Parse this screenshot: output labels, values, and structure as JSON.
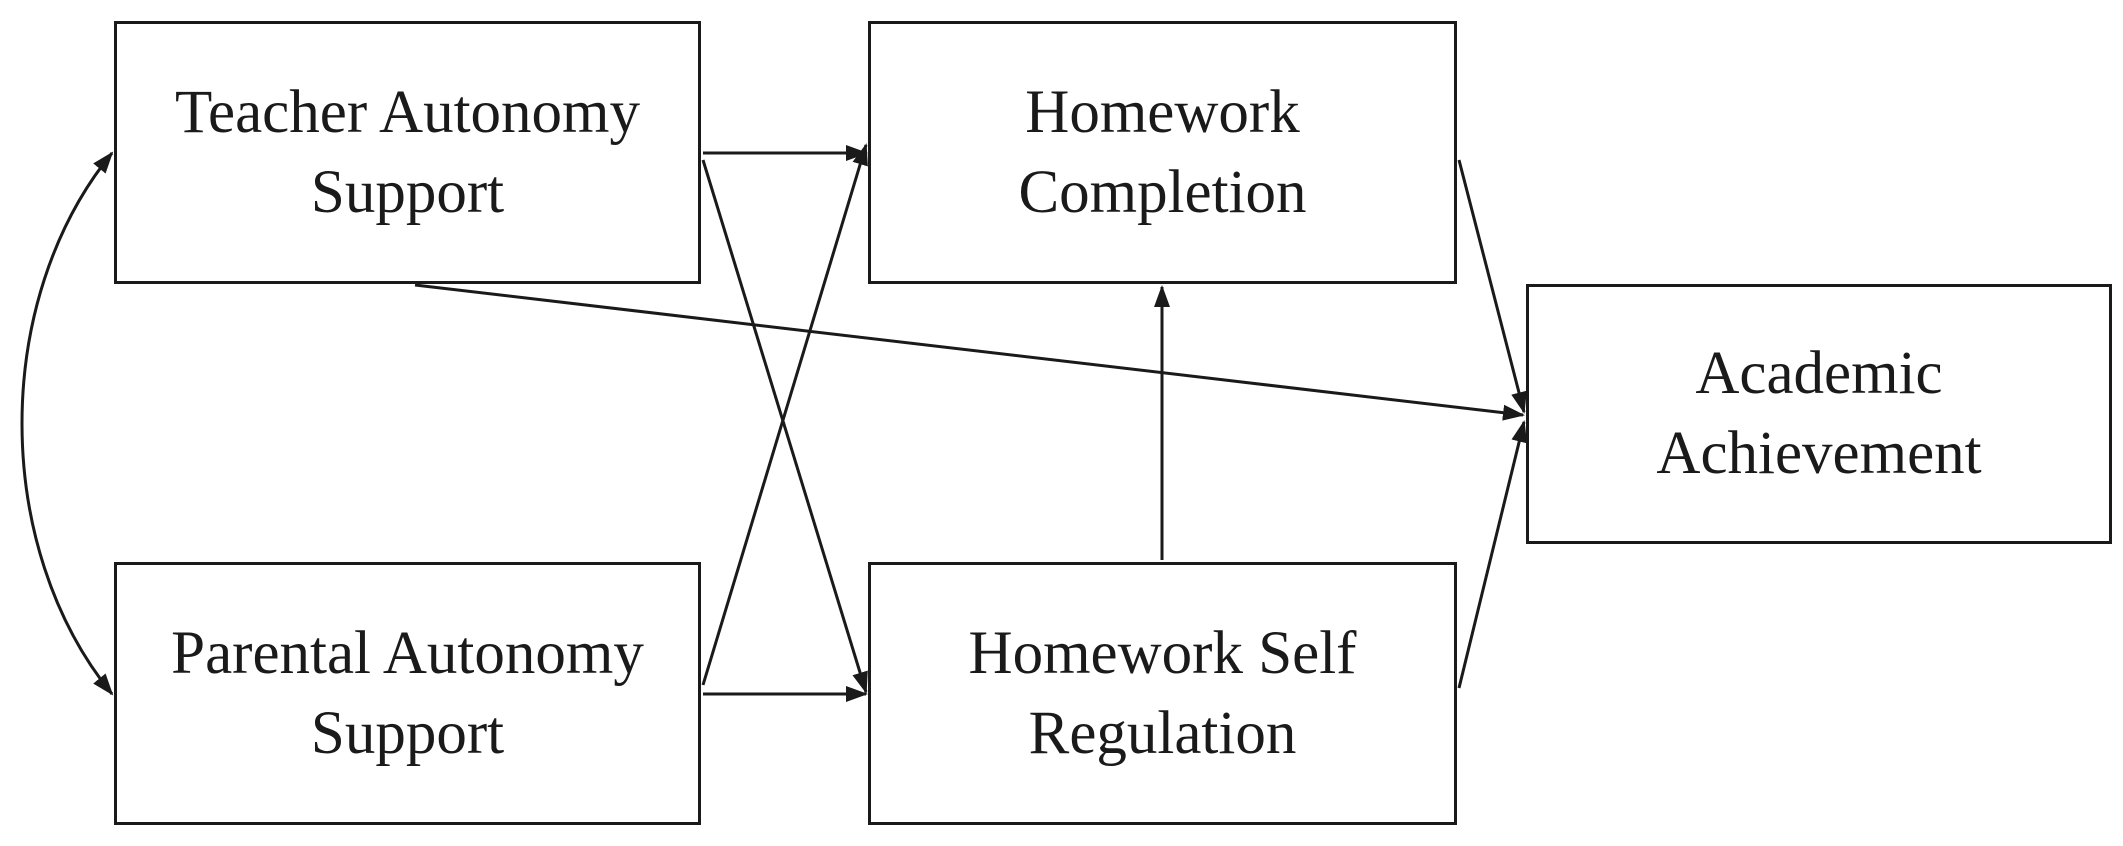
{
  "diagram": {
    "nodes": [
      {
        "id": "teacher",
        "label": "Teacher Autonomy\nSupport"
      },
      {
        "id": "parental",
        "label": "Parental Autonomy\nSupport"
      },
      {
        "id": "completion",
        "label": "Homework\nCompletion"
      },
      {
        "id": "regulation",
        "label": "Homework Self\nRegulation"
      },
      {
        "id": "achievement",
        "label": "Academic\nAchievement"
      }
    ],
    "edges": [
      {
        "from": "teacher",
        "to": "completion",
        "type": "directed"
      },
      {
        "from": "teacher",
        "to": "regulation",
        "type": "directed"
      },
      {
        "from": "teacher",
        "to": "achievement",
        "type": "directed"
      },
      {
        "from": "parental",
        "to": "completion",
        "type": "directed"
      },
      {
        "from": "parental",
        "to": "regulation",
        "type": "directed"
      },
      {
        "from": "regulation",
        "to": "completion",
        "type": "directed"
      },
      {
        "from": "completion",
        "to": "achievement",
        "type": "directed"
      },
      {
        "from": "regulation",
        "to": "achievement",
        "type": "directed"
      },
      {
        "from": "teacher",
        "to": "parental",
        "type": "covariance"
      }
    ],
    "line_color": "#1a1a1a"
  }
}
